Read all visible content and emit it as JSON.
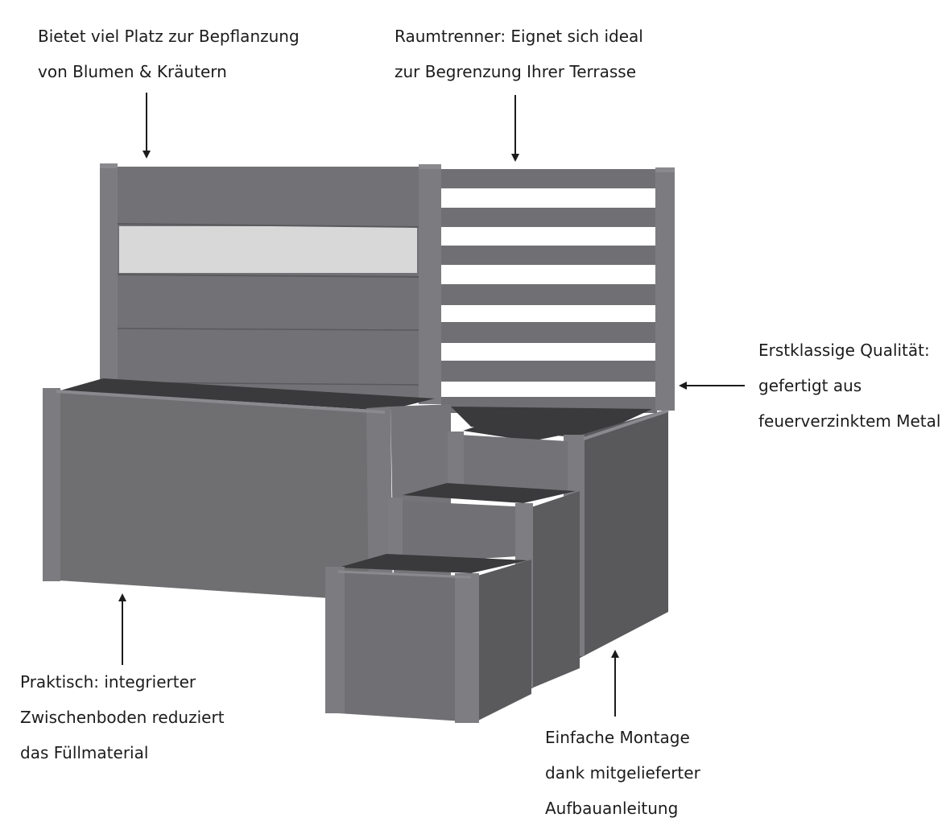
{
  "colors": {
    "metal": "#6f6f72",
    "metal_light": "#858589",
    "metal_dark": "#555558",
    "post": "#7c7c80",
    "glass": "#d8d8d8",
    "soil": "#3a3a3c",
    "text": "#1c1c1c"
  },
  "annotations": {
    "top_left": {
      "line1": "Bietet viel Platz zur Bepflanzung",
      "line2": "von Blumen & Kräutern"
    },
    "top_right": {
      "line1": "Raumtrenner: Eignet sich ideal",
      "line2": "zur Begrenzung Ihrer Terrasse"
    },
    "right": {
      "line1": "Erstklassige Qualität:",
      "line2": "gefertigt aus",
      "line3": "feuerverzinktem Metal"
    },
    "bottom_left": {
      "line1": "Praktisch: integrierter",
      "line2": "Zwischenboden reduziert",
      "line3": "das Füllmaterial"
    },
    "bottom_right": {
      "line1": "Einfache Montage",
      "line2": "dank mitgelieferter",
      "line3": "Aufbauanleitung"
    }
  },
  "product": {
    "name": "raised-bed-with-privacy-screen"
  }
}
